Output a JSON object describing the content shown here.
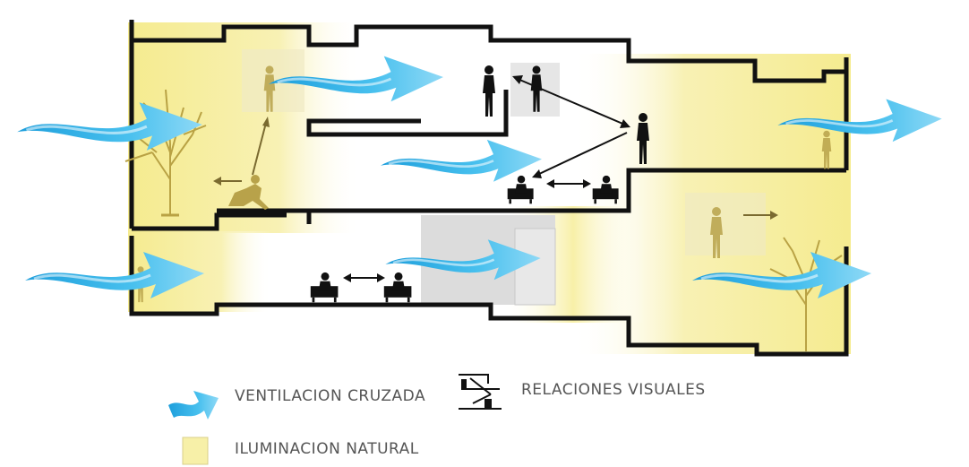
{
  "legend": {
    "ventilation_label": "VENTILACION CRUZADA",
    "visual_relations_label": "RELACIONES VISUALES",
    "natural_light_label": "ILUMINACION NATURAL"
  },
  "colors": {
    "light_zone": "#f7ef9e",
    "airflow": "#35b4e8",
    "walls": "#111111",
    "slab_shade": "#d9d9d9",
    "legend_text": "#555555"
  },
  "icons": [
    "airflow-arrow-icon",
    "visual-relation-icon",
    "person-silhouette-icon",
    "tree-icon",
    "armchair-person-icon"
  ]
}
